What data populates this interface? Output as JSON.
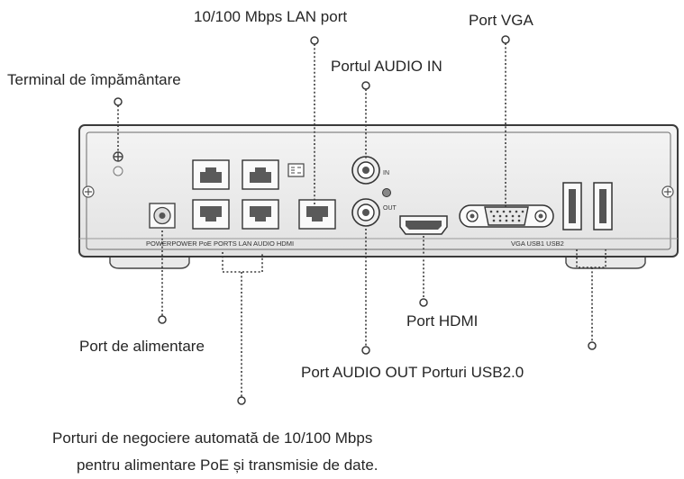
{
  "callouts": {
    "lan_port": "10/100 Mbps LAN port",
    "vga_port": "Port VGA",
    "ground_terminal": "Terminal de împământare",
    "audio_in": "Portul AUDIO IN",
    "hdmi_port": "Port HDMI",
    "power_port": "Port de alimentare",
    "audio_out_usb": "Port AUDIO OUT Porturi USB2.0",
    "poe_ports_line1": "Porturi de negociere automată de 10/100 Mbps",
    "poe_ports_line2": "pentru alimentare PoE și transmisie de date."
  },
  "panel_labels": {
    "left_group": "POWERPOWER PoE  PORTS LAN AUDIO HDMI",
    "right_group": "VGA USB1 USB2",
    "in": "IN",
    "out": "OUT"
  }
}
